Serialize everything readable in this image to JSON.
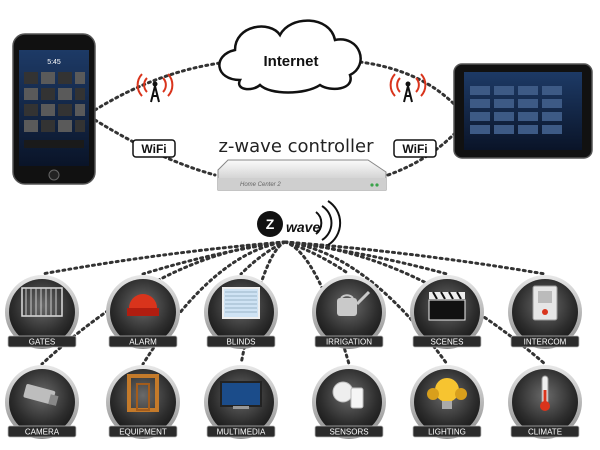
{
  "cloud": {
    "label": "Internet"
  },
  "controller": {
    "title": "z-wave controller",
    "device_brand": "Home Center 2"
  },
  "wifi": {
    "left": "WiFi",
    "right": "WiFi"
  },
  "zwave": {
    "logo_text": "wave",
    "logo_letter": "Z"
  },
  "phone": {
    "time": "5:45"
  },
  "tiles": [
    {
      "label": "GATES",
      "icon": "gate-icon"
    },
    {
      "label": "ALARM",
      "icon": "alarm-siren-icon"
    },
    {
      "label": "BLINDS",
      "icon": "window-blinds-icon"
    },
    {
      "label": "IRRIGATION",
      "icon": "watering-can-icon"
    },
    {
      "label": "SCENES",
      "icon": "clapperboard-icon"
    },
    {
      "label": "INTERCOM",
      "icon": "intercom-icon"
    },
    {
      "label": "CAMERA",
      "icon": "security-camera-icon"
    },
    {
      "label": "EQUIPMENT",
      "icon": "door-frame-icon"
    },
    {
      "label": "MULTIMEDIA",
      "icon": "tv-icon"
    },
    {
      "label": "SENSORS",
      "icon": "sensor-icon"
    },
    {
      "label": "LIGHTING",
      "icon": "light-bulb-icon"
    },
    {
      "label": "CLIMATE",
      "icon": "thermometer-icon"
    }
  ],
  "colors": {
    "accent_red": "#d9341c",
    "tile_dark": "#3a3a3a",
    "label_bar": "#2b2b2b"
  }
}
